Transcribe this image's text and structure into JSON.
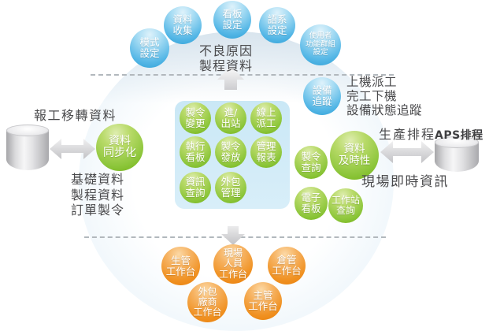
{
  "colors": {
    "blue_circle": "#3fadde",
    "green_circle": "#8dc63b",
    "orange_circle": "#ee8a14",
    "panel_bg": "#cfeaf6",
    "dashed_line": "#b2b8bd",
    "label_text": "#4a4a4c"
  },
  "left_section": {
    "title": "報工移轉資料",
    "sync_circle": "資料\n同步化",
    "notes": "基礎資料\n製程資料\n訂單製令"
  },
  "top_section": {
    "settings_circles": [
      "模式\n設定",
      "資料\n收集",
      "看板\n設定",
      "語系\n設定",
      "使用者\n功能群組\n設定"
    ],
    "note": "不良原因\n製程資料"
  },
  "core_panel": {
    "modules": [
      "製令\n變更",
      "進/\n出站",
      "線上\n派工",
      "執行\n看板",
      "製令\n發放",
      "管理\n報表",
      "資訊\n查詢",
      "外包\n管理"
    ]
  },
  "right_section": {
    "equipment_circle": "設備\n追蹤",
    "equipment_notes": "上機派工\n完工下機\n設備狀態追蹤",
    "query_circles": [
      "製令\n查詢",
      "資料\n及時性",
      "電子\n看板",
      "工作站\n查詢"
    ],
    "aps_top_label": "生產排程",
    "aps_db_label": "APS排程",
    "aps_bottom_label": "現場即時資訊"
  },
  "bottom_section": {
    "workbenches": [
      "生管\n工作台",
      "現場\n人員\n工作台",
      "倉管\n工作台",
      "外包\n廠商\n工作台",
      "主管\n工作台"
    ]
  }
}
